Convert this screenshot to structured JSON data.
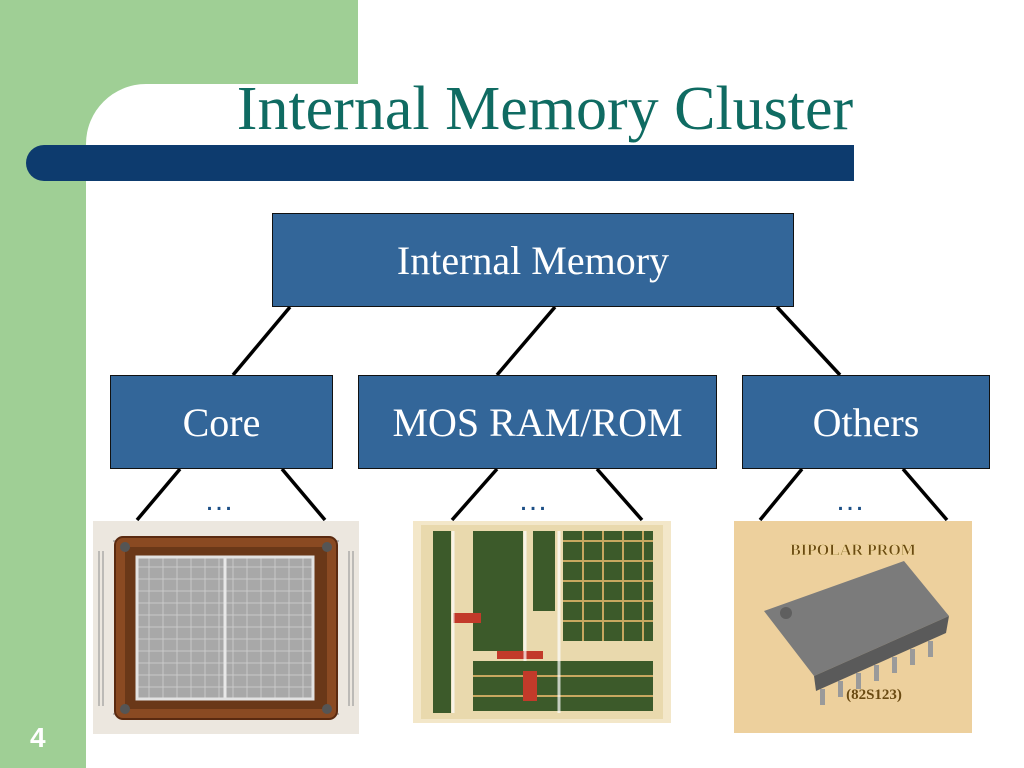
{
  "slide": {
    "title": "Internal Memory Cluster",
    "number": "4"
  },
  "tree": {
    "root": "Internal Memory",
    "children": [
      "Core",
      "MOS RAM/ROM",
      "Others"
    ],
    "ellipsis": "…"
  },
  "photos": {
    "others_label_top": "BIPOLAR PROM",
    "others_label_bottom": "(82S123)"
  },
  "colors": {
    "band_green": "#9fcf95",
    "title_teal": "#0f6b62",
    "bar_navy": "#0d3b6e",
    "node_blue": "#336699"
  }
}
